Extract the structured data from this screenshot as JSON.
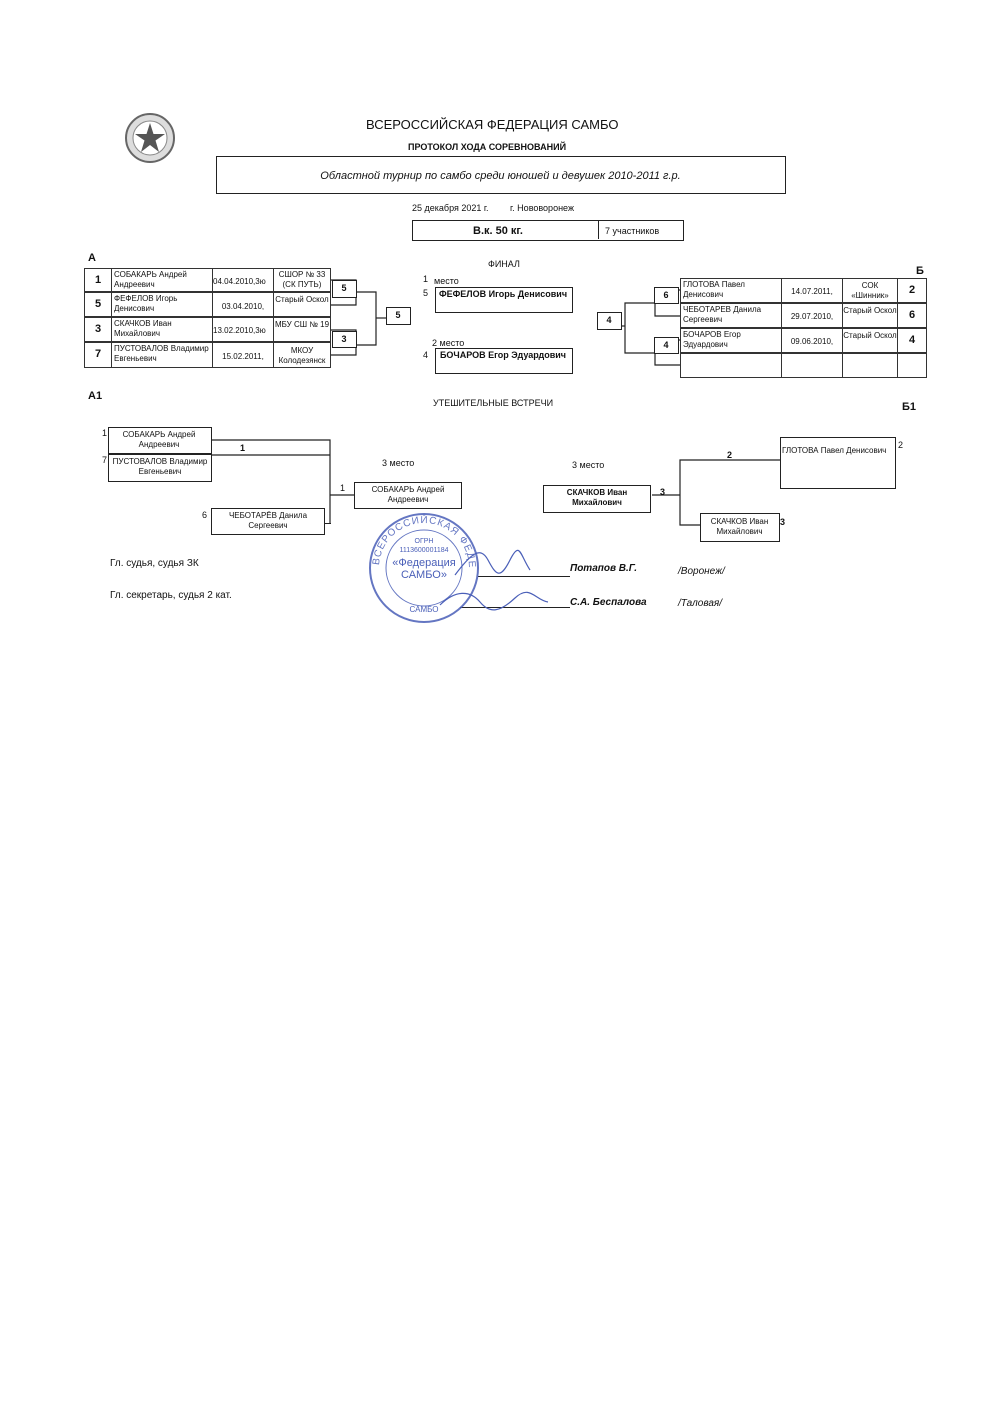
{
  "header": {
    "federation": "ВСЕРОССИЙСКАЯ ФЕДЕРАЦИЯ САМБО",
    "protocol": "ПРОТОКОЛ ХОДА СОРЕВНОВАНИЙ",
    "tournament": "Областной турнир по самбо среди юношей  и девушек 2010-2011 г.р.",
    "date": "25 декабря 2021 г.",
    "city": "г. Нововоронеж",
    "weight_class": "В.к. 50   кг.",
    "participants": "7 участников"
  },
  "pool_a": {
    "label": "А",
    "rows": [
      {
        "no": "1",
        "name": "СОБАКАРЬ Андрей Андреевич",
        "dob": "04.04.2010,3ю",
        "club": "СШОР № 33 (СК ПУТЬ)"
      },
      {
        "no": "5",
        "name": "ФЕФЕЛОВ Игорь Денисович",
        "dob": "03.04.2010,",
        "club": "Старый Оскол"
      },
      {
        "no": "3",
        "name": "СКАЧКОВ Иван Михайлович",
        "dob": "13.02.2010,3ю",
        "club": "МБУ СШ № 19"
      },
      {
        "no": "7",
        "name": "ПУСТОВАЛОВ Владимир Евгеньевич",
        "dob": "15.02.2011,",
        "club": "МКОУ Колодезянск"
      }
    ],
    "r1": [
      "5",
      "3"
    ],
    "r2": "5"
  },
  "pool_b": {
    "label": "Б",
    "rows": [
      {
        "no": "2",
        "name": "ГЛОТОВА Павел Денисович",
        "dob": "14.07.2011,",
        "club": "СОК «Шинник»"
      },
      {
        "no": "6",
        "name": "ЧЕБОТАРЕВ  Данила Сергеевич",
        "dob": "29.07.2010,",
        "club": "Старый Оскол"
      },
      {
        "no": "4",
        "name": "БОЧАРОВ Егор Эдуардович",
        "dob": "09.06.2010,",
        "club": "Старый Оскол"
      }
    ],
    "r1": [
      "6",
      "4"
    ],
    "r2": "4"
  },
  "final": {
    "title": "ФИНАЛ",
    "first_label": "место",
    "first_num": "1",
    "first_seed": "5",
    "first_name": "ФЕФЕЛОВ Игорь Денисович",
    "second_label": "2 место",
    "second_seed": "4",
    "second_name": "БОЧАРОВ Егор Эдуардович"
  },
  "consolation": {
    "title": "УТЕШИТЕЛЬНЫЕ ВСТРЕЧИ",
    "a1_label": "А1",
    "b1_label": "Б1",
    "a1": {
      "p1_seed": "1",
      "p1": "СОБАКАРЬ Андрей Андреевич",
      "p2_seed": "7",
      "p2": "ПУСТОВАЛОВ Владимир Евгеньевич",
      "w1": "1",
      "p3_seed": "6",
      "p3": "ЧЕБОТАРЁВ  Данила Сергеевич",
      "third_label": "3 место",
      "winner_seed": "1",
      "winner": "СОБАКАРЬ Андрей Андреевич"
    },
    "b1": {
      "p1_seed": "2",
      "p1": "ГЛОТОВА Павел Денисович",
      "w1": "2",
      "p2_seed": "3",
      "p2": "СКАЧКОВ Иван Михайлович",
      "third_label": "3 место",
      "winner_seed": "3",
      "winner": "СКАЧКОВ Иван Михайлович"
    }
  },
  "officials": {
    "judge_title": "Гл. судья, судья ЗК",
    "judge_name": "Потапов В.Г.",
    "judge_city": "/Воронеж/",
    "secretary_title": "Гл. секретарь, судья 2 кат.",
    "secretary_name": "С.А. Беспалова",
    "secretary_city": "/Таловая/"
  },
  "stamp": {
    "ring_text": "ВСЕРОССИЙСКАЯ ФЕДЕРАЦИЯ",
    "ogrn_label": "ОГРН",
    "ogrn": "1113600001184",
    "center": "«Федерация САМБО»",
    "bottom": "САМБО"
  },
  "colors": {
    "stamp": "#4a5fb8",
    "ink": "#111111"
  }
}
